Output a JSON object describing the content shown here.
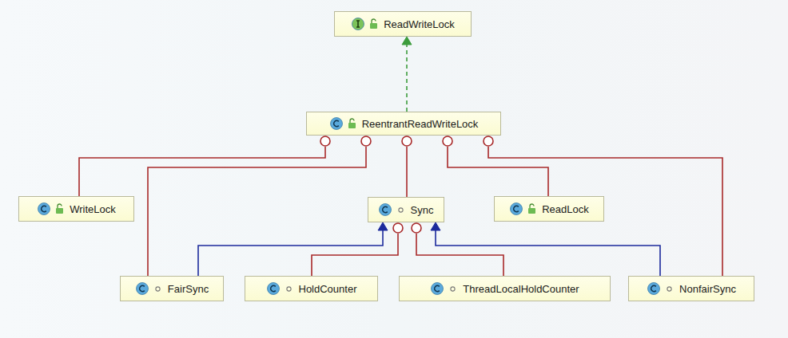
{
  "diagram": {
    "nodes": [
      {
        "text": [
          "ReadWriteLock"
        ]
      },
      {
        "text": [
          "ReentrantReadWriteLock"
        ]
      },
      {
        "text": [
          "WriteLock"
        ]
      },
      {
        "text": [
          "Sync"
        ]
      },
      {
        "text": [
          "ReadLock"
        ]
      },
      {
        "text": [
          "FairSync"
        ]
      },
      {
        "text": [
          "HoldCounter"
        ]
      },
      {
        "text": [
          "ThreadLocalHoldCounter"
        ]
      },
      {
        "text": [
          "NonfairSync"
        ]
      }
    ],
    "edges": [
      {
        "from": 1,
        "to": 0,
        "arrow": "to"
      },
      {
        "from": 2,
        "to": 1,
        "arrow": "to"
      },
      {
        "from": 5,
        "to": 1,
        "arrow": "to"
      },
      {
        "from": 3,
        "to": 1,
        "arrow": "to"
      },
      {
        "from": 4,
        "to": 1,
        "arrow": "to"
      },
      {
        "from": 8,
        "to": 1,
        "arrow": "to"
      },
      {
        "from": 5,
        "to": 3,
        "arrow": "to"
      },
      {
        "from": 6,
        "to": 3,
        "arrow": "to"
      },
      {
        "from": 7,
        "to": 3,
        "arrow": "to"
      },
      {
        "from": 8,
        "to": 3,
        "arrow": "to"
      }
    ]
  }
}
